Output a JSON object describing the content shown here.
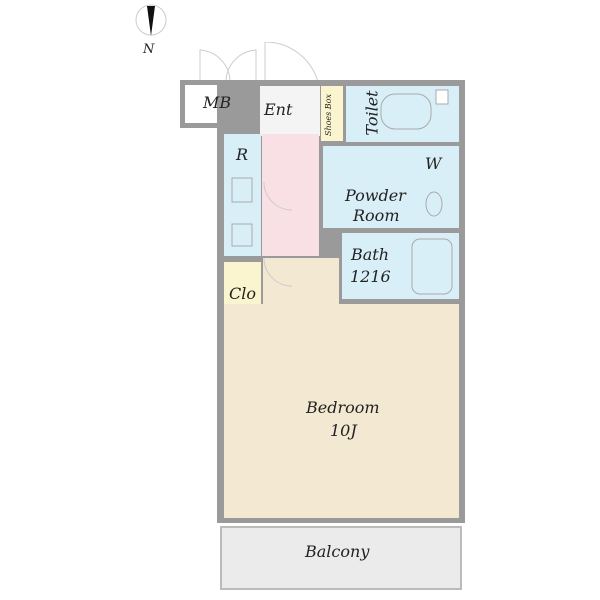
{
  "compass": {
    "label": "N"
  },
  "rooms": {
    "mb": "MB",
    "ent": "Ent",
    "shoes_box": "Shoes Box",
    "toilet": "Toilet",
    "refrigerator": "R",
    "washer": "W",
    "powder_room_1": "Powder",
    "powder_room_2": "Room",
    "bath_1": "Bath",
    "bath_2": "1216",
    "closet": "Clo",
    "bedroom_1": "Bedroom",
    "bedroom_2": "10J",
    "balcony": "Balcony"
  },
  "colors": {
    "wall": "#9a9a9a",
    "bedroom": "#f3e9d2",
    "water": "#d9eff8",
    "corridor": "#f9e0e4",
    "storage": "#fbf5cf",
    "balcony": "#ebebeb"
  }
}
